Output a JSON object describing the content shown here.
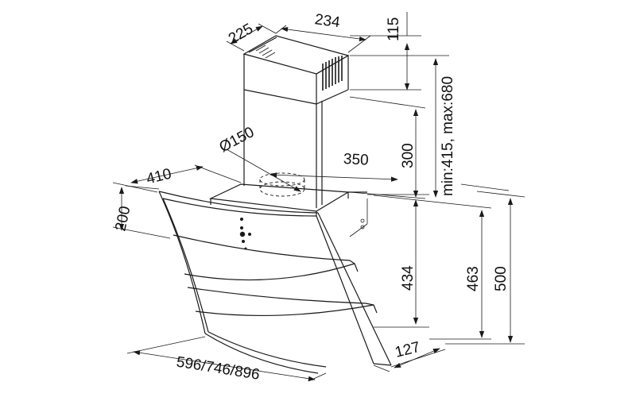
{
  "dimensions": {
    "chimney_depth": "225",
    "chimney_width": "234",
    "chimney_top_height": "115",
    "chimney_range": "min:415, max:680",
    "outlet_diameter": "Ø150",
    "body_width_top": "350",
    "body_depth": "410",
    "body_height_left": "200",
    "body_height_300": "300",
    "glass_height": "434",
    "height_463": "463",
    "total_height": "500",
    "panel_widths": "596/746/896",
    "glass_depth": "127"
  }
}
